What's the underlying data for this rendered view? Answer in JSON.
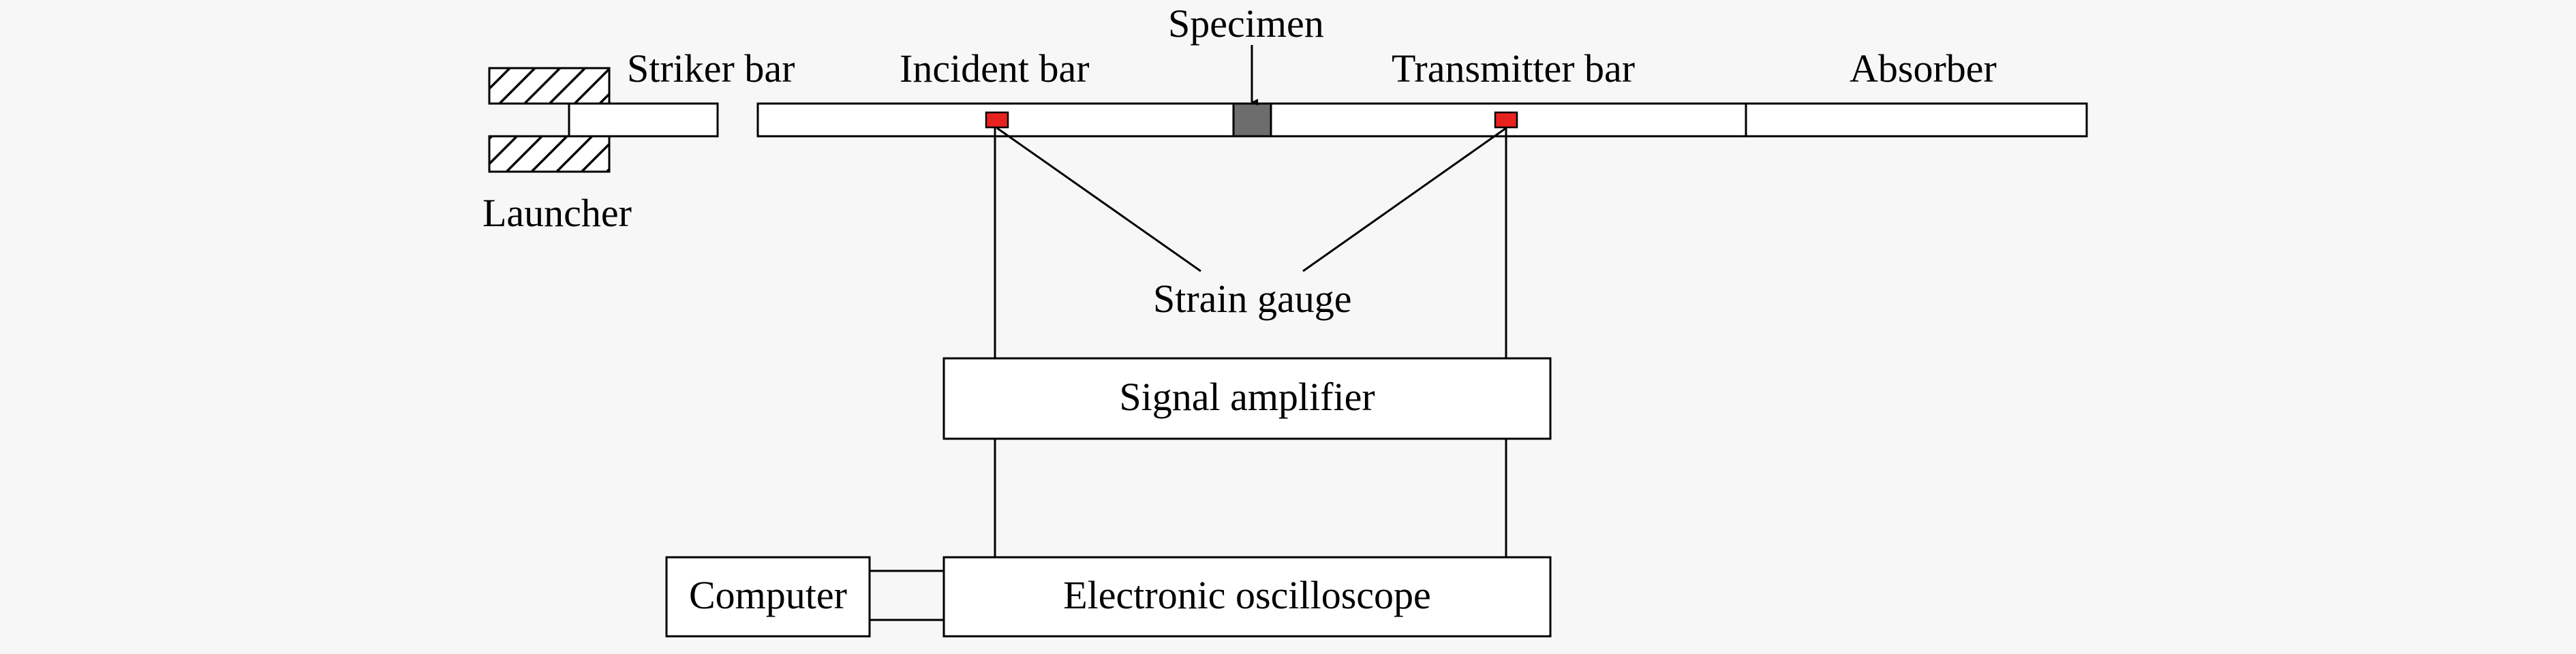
{
  "labels": {
    "striker_bar": "Striker bar",
    "incident_bar": "Incident bar",
    "specimen": "Specimen",
    "transmitter_bar": "Transmitter bar",
    "absorber": "Absorber",
    "launcher": "Launcher",
    "strain_gauge": "Strain gauge",
    "signal_amplifier": "Signal amplifier",
    "computer": "Computer",
    "electronic_oscilloscope": "Electronic oscilloscope"
  },
  "colors": {
    "strain_gauge": "#e8231f",
    "specimen": "#6d6d6d",
    "background": "#f7f7f7"
  }
}
